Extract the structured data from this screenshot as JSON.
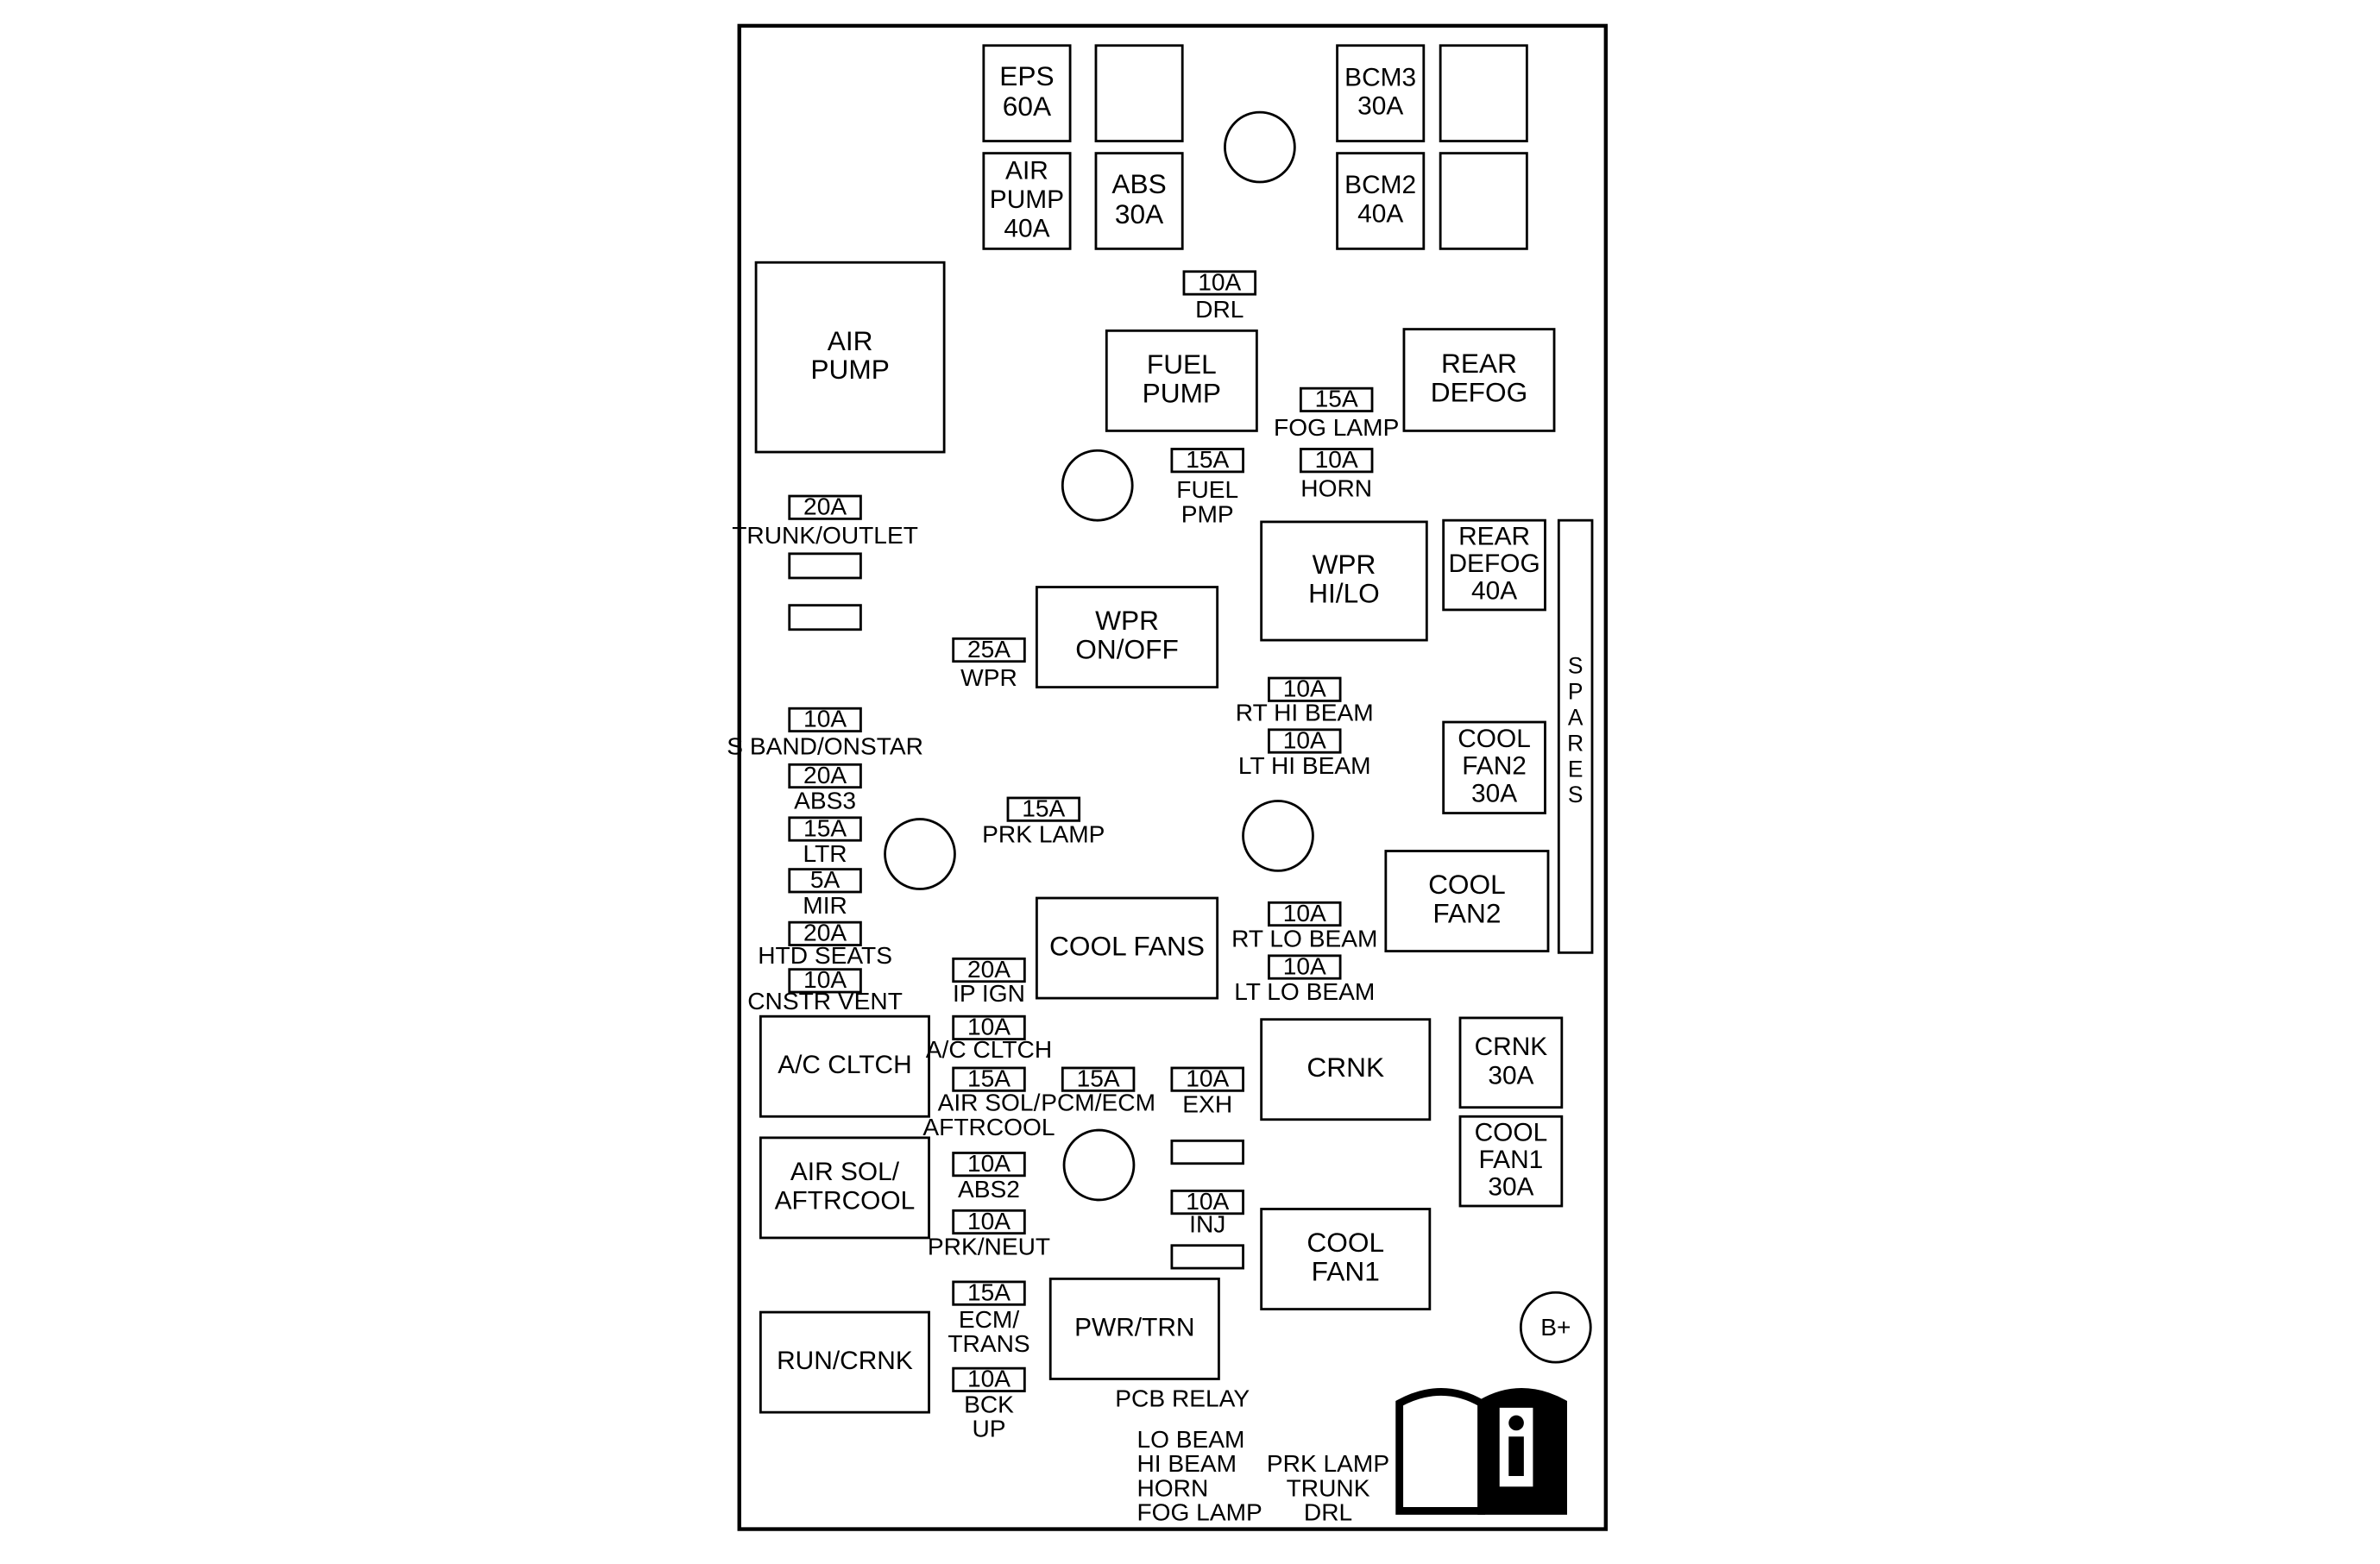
{
  "colors": {
    "line": "#000000",
    "background": "#ffffff"
  },
  "icons": {
    "manual": "owner-manual-info-icon",
    "battery": "battery-positive-terminal"
  },
  "top_fuses": {
    "eps": [
      "EPS",
      "60A"
    ],
    "bcm3": [
      "BCM3",
      "30A"
    ],
    "air_pump_fuse": [
      "AIR",
      "PUMP",
      "40A"
    ],
    "abs": [
      "ABS",
      "30A"
    ],
    "bcm2": [
      "BCM2",
      "40A"
    ]
  },
  "relays": {
    "air_pump": [
      "AIR",
      "PUMP"
    ],
    "fuel_pump": [
      "FUEL",
      "PUMP"
    ],
    "rear_defog": [
      "REAR",
      "DEFOG"
    ],
    "wpr_hi_lo": [
      "WPR",
      "HI/LO"
    ],
    "wpr_on_off": [
      "WPR",
      "ON/OFF"
    ],
    "cool_fan2": [
      "COOL",
      "FAN2"
    ],
    "cool_fans": [
      "COOL FANS"
    ],
    "ac_cltch": [
      "A/C CLTCH"
    ],
    "air_sol": [
      "AIR SOL/",
      "AFTRCOOL"
    ],
    "crnk": [
      "CRNK"
    ],
    "cool_fan1": [
      "COOL",
      "FAN1"
    ],
    "run_crnk": [
      "RUN/CRNK"
    ],
    "pwr_trn": [
      "PWR/TRN"
    ]
  },
  "maxi_fuses": {
    "rear_defog": [
      "REAR",
      "DEFOG",
      "40A"
    ],
    "cool_fan2": [
      "COOL",
      "FAN2",
      "30A"
    ],
    "crnk": [
      "CRNK",
      "30A"
    ],
    "cool_fan1": [
      "COOL",
      "FAN1",
      "30A"
    ]
  },
  "mini_fuses": {
    "drl": {
      "amp": "10A",
      "label": [
        "DRL"
      ]
    },
    "fog_lamp": {
      "amp": "15A",
      "label": [
        "FOG LAMP"
      ]
    },
    "fuel_pmp": {
      "amp": "15A",
      "label": [
        "FUEL",
        "PMP"
      ]
    },
    "horn": {
      "amp": "10A",
      "label": [
        "HORN"
      ]
    },
    "trunk_outlet": {
      "amp": "20A",
      "label": [
        "TRUNK/OUTLET"
      ]
    },
    "wpr": {
      "amp": "25A",
      "label": [
        "WPR"
      ]
    },
    "rt_hi_beam": {
      "amp": "10A",
      "label": [
        "RT HI BEAM"
      ]
    },
    "lt_hi_beam": {
      "amp": "10A",
      "label": [
        "LT HI BEAM"
      ]
    },
    "s_band_onstar": {
      "amp": "10A",
      "label": [
        "S BAND/ONSTAR"
      ]
    },
    "abs3": {
      "amp": "20A",
      "label": [
        "ABS3"
      ]
    },
    "ltr": {
      "amp": "15A",
      "label": [
        "LTR"
      ]
    },
    "mir": {
      "amp": "5A",
      "label": [
        "MIR"
      ]
    },
    "htd_seats": {
      "amp": "20A",
      "label": [
        "HTD SEATS"
      ]
    },
    "cnstr_vent": {
      "amp": "10A",
      "label": [
        "CNSTR VENT"
      ]
    },
    "prk_lamp": {
      "amp": "15A",
      "label": [
        "PRK LAMP"
      ]
    },
    "ip_ign": {
      "amp": "20A",
      "label": [
        "IP IGN"
      ]
    },
    "rt_lo_beam": {
      "amp": "10A",
      "label": [
        "RT LO BEAM"
      ]
    },
    "lt_lo_beam": {
      "amp": "10A",
      "label": [
        "LT LO BEAM"
      ]
    },
    "ac_cltch": {
      "amp": "10A",
      "label": [
        "A/C CLTCH"
      ]
    },
    "air_sol": {
      "amp": "15A",
      "label": [
        "AIR SOL/",
        "AFTRCOOL"
      ]
    },
    "pcm_ecm": {
      "amp": "15A",
      "label": [
        "PCM/ECM"
      ]
    },
    "exh": {
      "amp": "10A",
      "label": [
        "EXH"
      ]
    },
    "abs2": {
      "amp": "10A",
      "label": [
        "ABS2"
      ]
    },
    "inj": {
      "amp": "10A",
      "label": [
        "INJ"
      ]
    },
    "prk_neut": {
      "amp": "10A",
      "label": [
        "PRK/NEUT"
      ]
    },
    "ecm_trans": {
      "amp": "15A",
      "label": [
        "ECM/",
        "TRANS"
      ]
    },
    "bck_up": {
      "amp": "10A",
      "label": [
        "BCK",
        "UP"
      ]
    }
  },
  "spares_label": "SPARES",
  "b_plus": "B+",
  "notes": {
    "pcb_relay": "PCB RELAY",
    "left_list": [
      "LO BEAM",
      "HI BEAM",
      "HORN",
      "FOG LAMP"
    ],
    "right_list": [
      "PRK LAMP",
      "TRUNK",
      "DRL"
    ]
  }
}
